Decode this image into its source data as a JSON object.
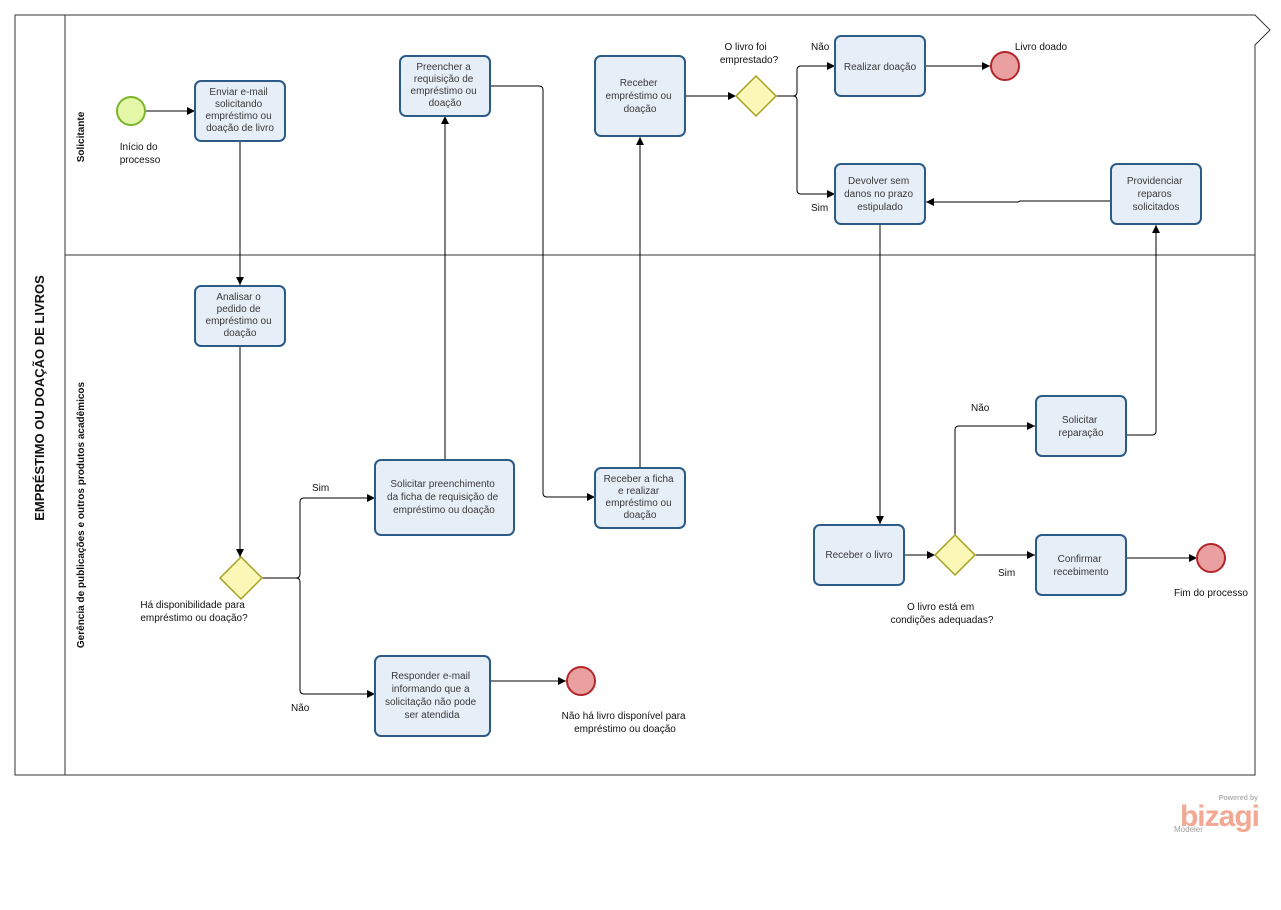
{
  "pool": {
    "title": "EMPRÉSTIMO OU DOAÇÃO DE LIVROS"
  },
  "lanes": {
    "solicitante": "Solicitante",
    "gerencia": "Gerência de publicações e outros produtos acadêmicos"
  },
  "tasks": {
    "enviar_email": [
      "Enviar e-mail",
      "solicitando",
      "empréstimo ou",
      "doação de livro"
    ],
    "preencher_requisicao": [
      "Preencher a",
      "requisição de",
      "empréstimo ou",
      "doação"
    ],
    "receber_emprestimo": [
      "Receber",
      "empréstimo ou",
      "doação"
    ],
    "realizar_doacao": [
      "Realizar doação"
    ],
    "devolver_sem_danos": [
      "Devolver sem",
      "danos no prazo",
      "estipulado"
    ],
    "providenciar_reparos": [
      "Providenciar",
      "reparos",
      "solicitados"
    ],
    "analisar_pedido": [
      "Analisar o",
      "pedido de",
      "empréstimo ou",
      "doação"
    ],
    "solicitar_preenchimento": [
      "Solicitar preenchimento",
      "da ficha de requisição de",
      "empréstimo ou doação"
    ],
    "receber_ficha": [
      "Receber a ficha",
      "e realizar",
      "empréstimo ou",
      "doação"
    ],
    "responder_email": [
      "Responder e-mail",
      "informando que a",
      "solicitação não pode",
      "ser atendida"
    ],
    "receber_livro": [
      "Receber o livro"
    ],
    "solicitar_reparacao": [
      "Solicitar",
      "reparação"
    ],
    "confirmar_recebimento": [
      "Confirmar",
      "recebimento"
    ]
  },
  "events": {
    "inicio": [
      "Início do",
      "processo"
    ],
    "livro_doado": [
      "Livro doado"
    ],
    "nao_ha_livro": [
      "Não há livro disponível para",
      "empréstimo ou doação"
    ],
    "fim": [
      "Fim do processo"
    ]
  },
  "gateways": {
    "livro_emprestado": [
      "O livro foi",
      "emprestado?"
    ],
    "disponibilidade": [
      "Há disponibilidade para",
      "empréstimo ou doação?"
    ],
    "condicoes": [
      "O livro está em",
      "condições adequadas?"
    ]
  },
  "flow_labels": {
    "nao": "Não",
    "sim": "Sim"
  },
  "watermark": {
    "powered_by": "Powered by",
    "brand": "bizagi",
    "product": "Modeler",
    "color": "#f2a892"
  },
  "colors": {
    "task_fill": "#e6eef8",
    "task_stroke": "#2c5b87",
    "start_fill": "#e4f7a8",
    "start_stroke": "#7db52a",
    "end_fill": "#eaa0a0",
    "end_stroke": "#b3262a",
    "gateway_fill": "#fbf7b6",
    "gateway_stroke": "#a7a020"
  }
}
